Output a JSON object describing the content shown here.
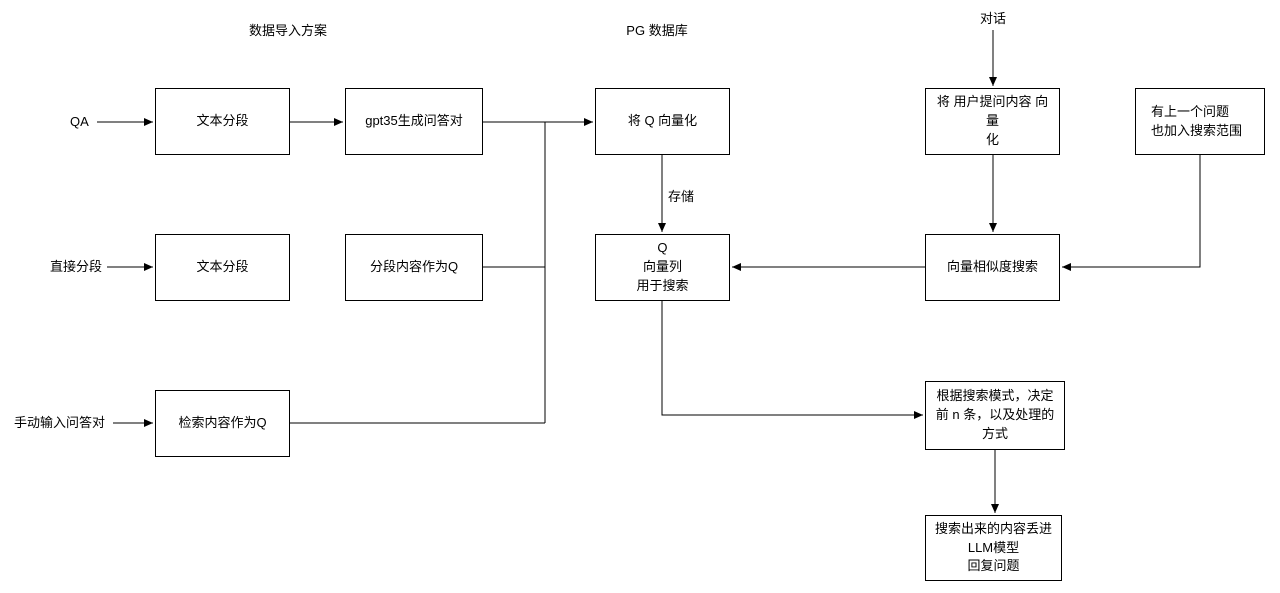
{
  "headers": {
    "import_scheme": "数据导入方案",
    "pg_database": "PG 数据库",
    "conversation": "对话"
  },
  "sources": {
    "qa": "QA",
    "direct_segment": "直接分段",
    "manual_qa": "手动输入问答对"
  },
  "nodes": {
    "text_segment_top": "文本分段",
    "gpt35_qa_pairs": "gpt35生成问答对",
    "vectorize_q": "将 Q 向量化",
    "vectorize_user_question": "将 用户提问内容 向量\n化",
    "include_previous_question": "有上一个问题\n也加入搜索范围",
    "text_segment_mid": "文本分段",
    "segment_as_q": "分段内容作为Q",
    "q_vector_column": "Q\n向量列\n用于搜索",
    "vector_similarity_search": "向量相似度搜索",
    "retrieved_as_q": "检索内容作为Q",
    "search_mode_decision": "根据搜索模式，决定\n前 n 条，以及处理的\n方式",
    "llm_answer": "搜索出来的内容丢进\nLLM模型\n回复问题"
  },
  "edge_labels": {
    "store": "存储"
  }
}
